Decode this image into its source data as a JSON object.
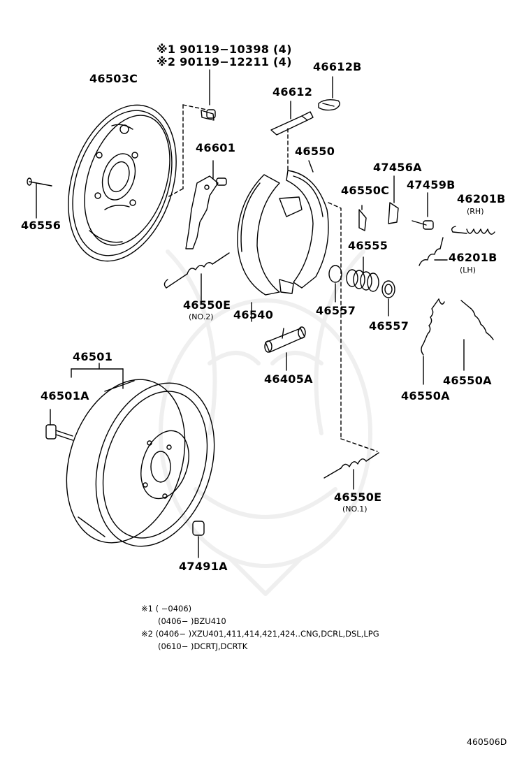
{
  "parts": {
    "p46503C": "46503C",
    "bolt1": "※1 90119−10398 (4)",
    "bolt2": "※2 90119−12211 (4)",
    "p46612B": "46612B",
    "p46612": "46612",
    "p46601": "46601",
    "p46550": "46550",
    "p47456A": "47456A",
    "p46550C": "46550C",
    "p47459B": "47459B",
    "p46201B_rh": "46201B",
    "rh": "(RH)",
    "p46201B_lh": "46201B",
    "lh": "(LH)",
    "p46556": "46556",
    "p46555": "46555",
    "p46550E_no2": "46550E",
    "no2": "(NO.2)",
    "p46540": "46540",
    "p46557a": "46557",
    "p46557b": "46557",
    "p46550A_left": "46550A",
    "p46550A_right": "46550A",
    "p46501": "46501",
    "p46501A": "46501A",
    "p46405A": "46405A",
    "p46550E_no1": "46550E",
    "no1": "(NO.1)",
    "p47491A": "47491A"
  },
  "notes": [
    "※1 (    −0406)",
    "(0406−    )BZU410",
    "※2 (0406−    )XZU401,411,414,421,424..CNG,DCRL,DSL,LPG",
    "(0610−    )DCRTJ,DCRTK"
  ],
  "diagram_ref": "460506D"
}
